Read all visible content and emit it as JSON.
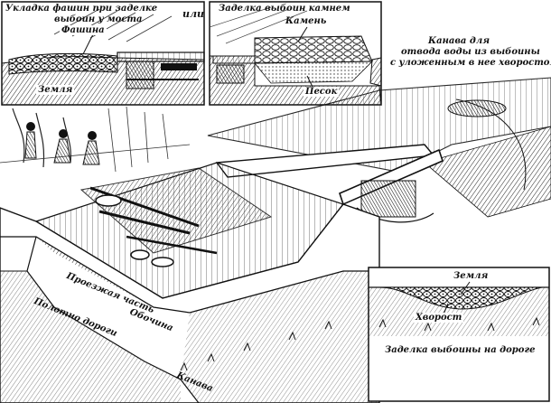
{
  "labels": {
    "top_left_title_line1": "Укладка фашин при заделке",
    "top_left_title_line2": "выбоин у моста",
    "top_left_fascine": "Фашина",
    "top_left_earth": "Земля",
    "or_text": "или",
    "top_mid_title": "Заделка выбоин камнем",
    "top_mid_stone": "Камень",
    "top_mid_sand": "Песок",
    "ditch_line1": "Канава для",
    "ditch_line2": "отвода воды из выбоины",
    "ditch_line3": "с уложенным в нее хворостом",
    "roadway": "Проезжая часть",
    "shoulder": "Обочина",
    "roadbed": "Полотно дороги",
    "ditch_bottom": "Канава",
    "inset_earth": "Земля",
    "inset_brushwood": "Хворост",
    "inset_caption": "Заделка выбоины на дороге"
  }
}
